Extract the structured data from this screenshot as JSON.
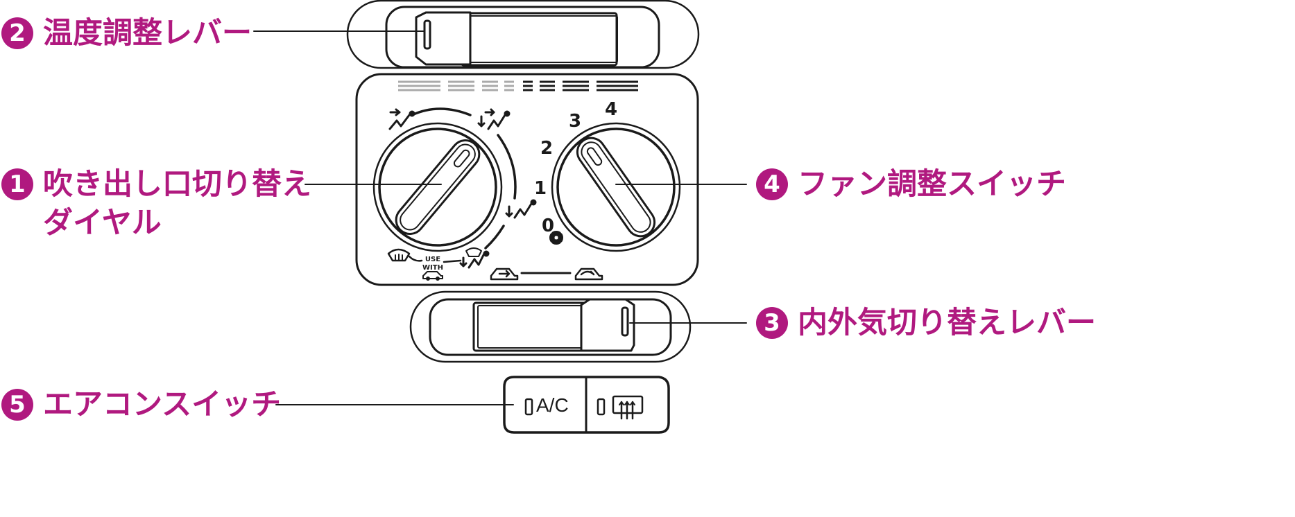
{
  "colors": {
    "accent": "#b0197f",
    "line": "#1a1a1a",
    "muted": "#aaaaaa"
  },
  "callouts": [
    {
      "num": "2",
      "line1": "温度調整レバー",
      "line2": ""
    },
    {
      "num": "1",
      "line1": "吹き出し口切り替え",
      "line2": "ダイヤル"
    },
    {
      "num": "4",
      "line1": "ファン調整スイッチ",
      "line2": ""
    },
    {
      "num": "3",
      "line1": "内外気切り替えレバー",
      "line2": ""
    },
    {
      "num": "5",
      "line1": "エアコンスイッチ",
      "line2": ""
    }
  ],
  "fan_scale": [
    "0",
    "1",
    "2",
    "3",
    "4"
  ],
  "mode_labels": {
    "use": "USE",
    "with": "WITH"
  },
  "ac_button": {
    "label": "A/C",
    "rear_defrost_icon": "rear-defrost-icon"
  },
  "icons": [
    "face-vent-icon",
    "bilevel-icon",
    "foot-icon",
    "foot-defrost-icon",
    "defrost-icon",
    "fan-icon",
    "fresh-air-icon",
    "recirculate-icon"
  ]
}
